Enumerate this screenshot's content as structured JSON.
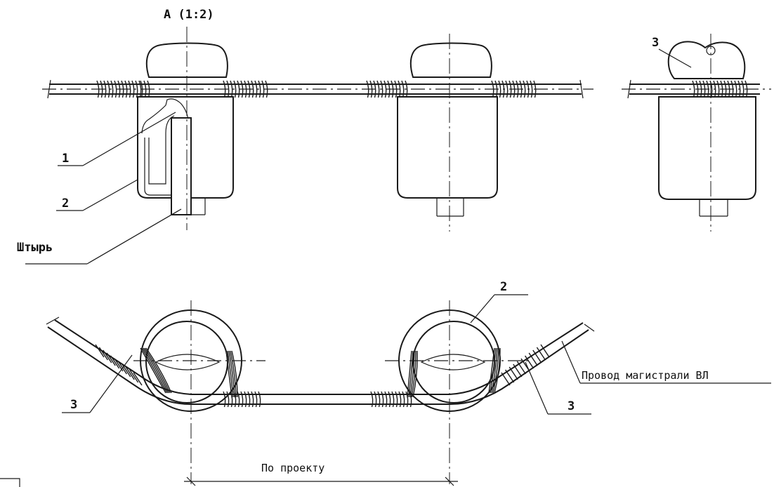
{
  "view_title": "A (1:2)",
  "callouts": {
    "one": "1",
    "two_left": "2",
    "pin": "Штырь",
    "three_side": "3",
    "two_plan": "2",
    "three_left": "3",
    "three_right": "3"
  },
  "main_wire_label": "Провод магистрали ВЛ",
  "dimension_label": "По проекту",
  "colors": {
    "ink": "#1a1a1a",
    "paper": "#ffffff"
  }
}
